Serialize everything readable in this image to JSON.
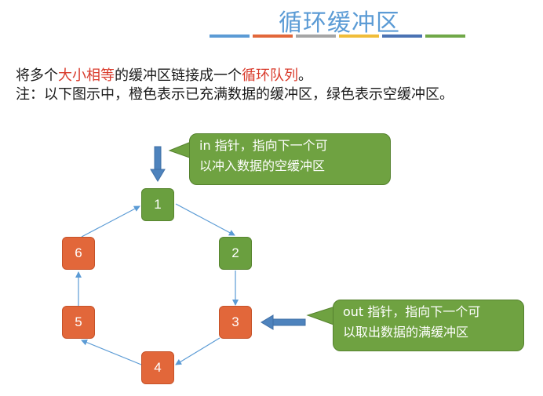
{
  "title": "循环缓冲区",
  "colors": {
    "title": "#5b9bd5",
    "green": "#6a9f3f",
    "orange": "#e2673a",
    "arrow": "#5b9bd5",
    "bars": [
      "#5b9bd5",
      "#e2673a",
      "#a5a5a5",
      "#f0bd39",
      "#4a72b3",
      "#70a848"
    ]
  },
  "intro": {
    "line1_part1": "将多个",
    "line1_red1": "大小相等",
    "line1_part2": "的缓冲区链接成一个",
    "line1_red2": "循环队列",
    "line1_part3": "。",
    "line2": "注：以下图示中，橙色表示已充满数据的缓冲区，绿色表示空缓冲区。"
  },
  "nodes": [
    {
      "label": "1",
      "state": "green"
    },
    {
      "label": "2",
      "state": "green"
    },
    {
      "label": "3",
      "state": "orange"
    },
    {
      "label": "4",
      "state": "orange"
    },
    {
      "label": "5",
      "state": "orange"
    },
    {
      "label": "6",
      "state": "orange"
    }
  ],
  "callout_in": {
    "line1": "in 指针，指向下一个可",
    "line2": "以冲入数据的空缓冲区"
  },
  "callout_out": {
    "line1": "out 指针，指向下一个可",
    "line2": "以取出数据的满缓冲区"
  }
}
